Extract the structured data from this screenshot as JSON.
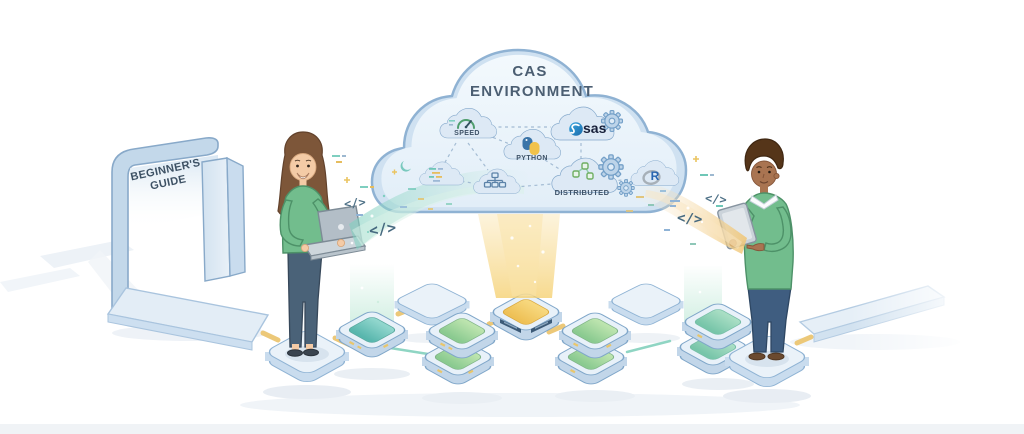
{
  "cloud": {
    "title": "CAS ENVIRONMENT",
    "speed_label": "SPEED",
    "python_label": "PYTHON",
    "distributed_label": "DISTRIBUTED",
    "sas_label": "sas",
    "r_label": "R"
  },
  "gateway": {
    "label": "BEGINNER'S GUIDE"
  },
  "streams": {
    "left_symbol_1": "</>",
    "left_symbol_2": "</>",
    "right_symbol_1": "</>",
    "right_symbol_2": "</>"
  },
  "colors": {
    "cloud_fill": "#cfe1f1",
    "cloud_stroke": "#8fb2d3",
    "mini_cloud_fill": "#dde9f5",
    "sweater_green": "#72bd8d",
    "stream_teal": "#7fd0bf",
    "stream_gold": "#f0c46f",
    "beam_yellow": "#f5d070",
    "node_face": "#e8f1f9",
    "node_edge": "#7fa6c9",
    "top_teal": "#6cc5bc",
    "top_green": "#9ad49e",
    "top_yellow": "#f2cd6a",
    "connector_yellow": "#ecc878",
    "connector_teal": "#8fd5c3",
    "sas_blue": "#2b86c8",
    "python_blue": "#3a74a8",
    "python_yellow": "#f1c24b",
    "r_blue": "#2a66b0",
    "text_dark": "#3f5368"
  }
}
